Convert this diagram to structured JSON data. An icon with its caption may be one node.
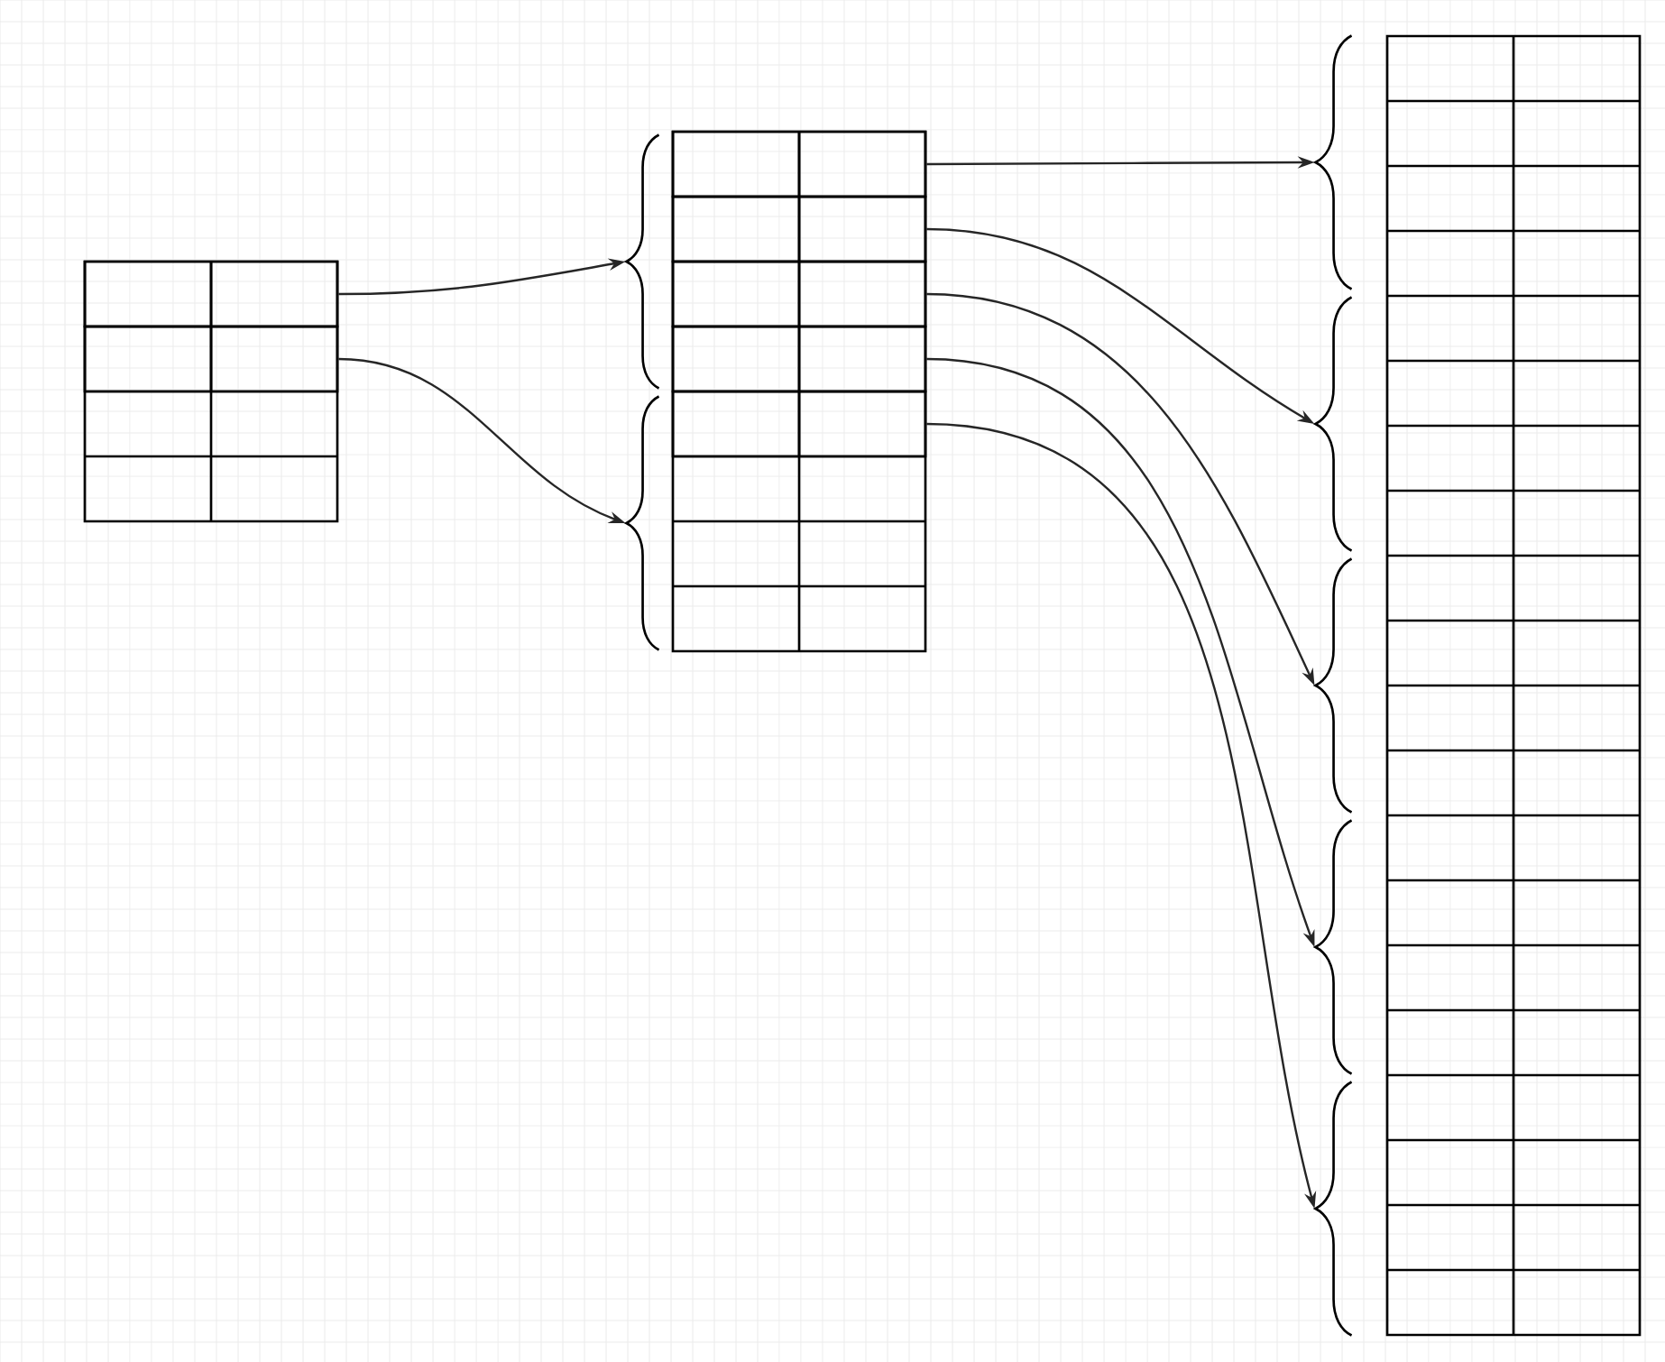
{
  "diagram": {
    "nodes": [
      {
        "text": [],
        "shape": "table"
      },
      {
        "text": [],
        "shape": "box",
        "in": 0
      },
      {
        "text": [],
        "shape": "box",
        "in": 0
      },
      {
        "text": [],
        "shape": "table"
      },
      {
        "text": [],
        "shape": "box",
        "in": 3
      },
      {
        "text": [],
        "shape": "box",
        "in": 3
      },
      {
        "text": [],
        "shape": "box",
        "in": 3
      },
      {
        "text": [],
        "shape": "box",
        "in": 3
      },
      {
        "text": [],
        "shape": "box",
        "in": 3
      },
      {
        "text": [],
        "shape": "table"
      },
      {
        "text": [],
        "shape": "brace"
      },
      {
        "text": [],
        "shape": "brace"
      },
      {
        "text": [],
        "shape": "brace"
      },
      {
        "text": [],
        "shape": "brace"
      },
      {
        "text": [],
        "shape": "brace"
      },
      {
        "text": [],
        "shape": "brace"
      },
      {
        "text": [],
        "shape": "brace"
      }
    ],
    "edges": [
      {
        "from": 1,
        "to": 10,
        "arrow": "to"
      },
      {
        "from": 2,
        "to": 11,
        "arrow": "to"
      },
      {
        "from": 4,
        "to": 12,
        "arrow": "to"
      },
      {
        "from": 5,
        "to": 13,
        "arrow": "to"
      },
      {
        "from": 6,
        "to": 14,
        "arrow": "to"
      },
      {
        "from": 7,
        "to": 15,
        "arrow": "to"
      },
      {
        "from": 8,
        "to": 16,
        "arrow": "to"
      }
    ]
  }
}
